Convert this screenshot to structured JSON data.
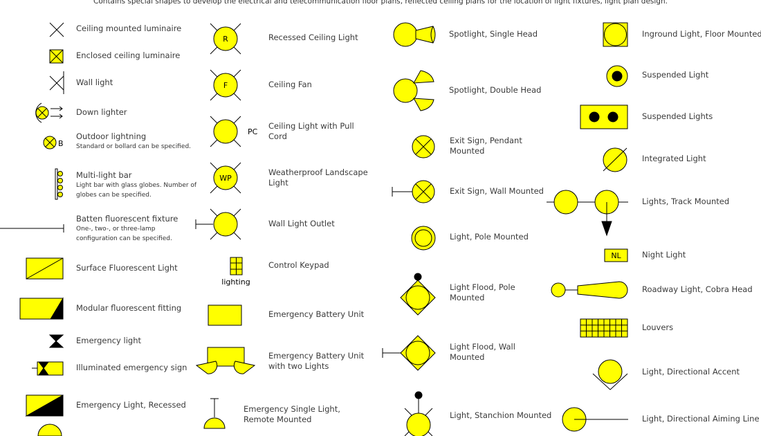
{
  "header": {
    "subtitle": "Contains special shapes to develop the electrical and telecommunication floor plans, reflected ceiling plans for the location of light fixtures, light plan design."
  },
  "colors": {
    "fill": "#ffff00",
    "stroke": "#000000",
    "text": "#3a3a3a"
  },
  "columns": [
    {
      "items": [
        {
          "icon": "ceiling-mounted-luminaire-icon",
          "label": "Ceiling mounted luminaire"
        },
        {
          "icon": "enclosed-ceiling-luminaire-icon",
          "label": "Enclosed ceiling luminaire"
        },
        {
          "icon": "wall-light-icon",
          "label": "Wall light"
        },
        {
          "icon": "down-lighter-icon",
          "label": "Down lighter"
        },
        {
          "icon": "outdoor-lightning-icon",
          "label": "Outdoor lightning",
          "note": "Standard or bollard can be specified.",
          "glyph": "B"
        },
        {
          "icon": "multi-light-bar-icon",
          "label": "Multi-light bar",
          "note": "Light bar with glass globes. Number of",
          "note2": "globes can be specified."
        },
        {
          "icon": "batten-fluorescent-fixture-icon",
          "label": "Batten fluorescent fixture",
          "note": "One-, two-, or three-lamp",
          "note2": "configuration can be specified."
        },
        {
          "icon": "surface-fluorescent-light-icon",
          "label": "Surface Fluorescent Light"
        },
        {
          "icon": "modular-fluorescent-fitting-icon",
          "label": "Modular fluorescent fitting"
        },
        {
          "icon": "emergency-light-icon",
          "label": "Emergency light"
        },
        {
          "icon": "illuminated-emergency-sign-icon",
          "label": "Illuminated emergency sign"
        },
        {
          "icon": "emergency-light-recessed-icon",
          "label": "Emergency Light, Recessed"
        }
      ]
    },
    {
      "items": [
        {
          "icon": "recessed-ceiling-light-icon",
          "label": "Recessed Ceiling Light",
          "glyph": "R"
        },
        {
          "icon": "ceiling-fan-icon",
          "label": "Ceiling Fan",
          "glyph": "F"
        },
        {
          "icon": "ceiling-light-pull-cord-icon",
          "label": "Ceiling Light with Pull",
          "label2": "Cord",
          "glyph": "PC"
        },
        {
          "icon": "weatherproof-landscape-light-icon",
          "label": "Weatherproof Landscape",
          "label2": "Light",
          "glyph": "WP"
        },
        {
          "icon": "wall-light-outlet-icon",
          "label": "Wall Light Outlet"
        },
        {
          "icon": "control-keypad-icon",
          "label": "Control Keypad",
          "glyph": "lighting"
        },
        {
          "icon": "emergency-battery-unit-icon",
          "label": "Emergency Battery Unit"
        },
        {
          "icon": "emergency-battery-unit-two-lights-icon",
          "label": "Emergency Battery Unit",
          "label2": "with two Lights"
        },
        {
          "icon": "emergency-single-light-remote-icon",
          "label": "Emergency Single Light,",
          "label2": "Remote Mounted"
        }
      ]
    },
    {
      "items": [
        {
          "icon": "spotlight-single-head-icon",
          "label": "Spotlight, Single Head"
        },
        {
          "icon": "spotlight-double-head-icon",
          "label": "Spotlight, Double Head"
        },
        {
          "icon": "exit-sign-pendant-icon",
          "label": "Exit Sign, Pendant",
          "label2": "Mounted"
        },
        {
          "icon": "exit-sign-wall-icon",
          "label": "Exit Sign, Wall Mounted"
        },
        {
          "icon": "light-pole-mounted-icon",
          "label": "Light, Pole Mounted"
        },
        {
          "icon": "light-flood-pole-icon",
          "label": "Light Flood, Pole",
          "label2": "Mounted"
        },
        {
          "icon": "light-flood-wall-icon",
          "label": "Light Flood, Wall",
          "label2": "Mounted"
        },
        {
          "icon": "light-stanchion-mounted-icon",
          "label": "Light, Stanchion Mounted"
        }
      ]
    },
    {
      "items": [
        {
          "icon": "inground-light-icon",
          "label": "Inground Light, Floor Mounted"
        },
        {
          "icon": "suspended-light-icon",
          "label": "Suspended Light"
        },
        {
          "icon": "suspended-lights-icon",
          "label": "Suspended Lights"
        },
        {
          "icon": "integrated-light-icon",
          "label": "Integrated Light"
        },
        {
          "icon": "lights-track-mounted-icon",
          "label": "Lights, Track Mounted"
        },
        {
          "icon": "night-light-icon",
          "label": "Night Light",
          "glyph": "NL"
        },
        {
          "icon": "roadway-light-cobra-head-icon",
          "label": "Roadway Light, Cobra Head"
        },
        {
          "icon": "louvers-icon",
          "label": "Louvers"
        },
        {
          "icon": "light-directional-accent-icon",
          "label": "Light, Directional Accent"
        },
        {
          "icon": "light-directional-aiming-line-icon",
          "label": "Light, Directional Aiming Line"
        }
      ]
    }
  ]
}
